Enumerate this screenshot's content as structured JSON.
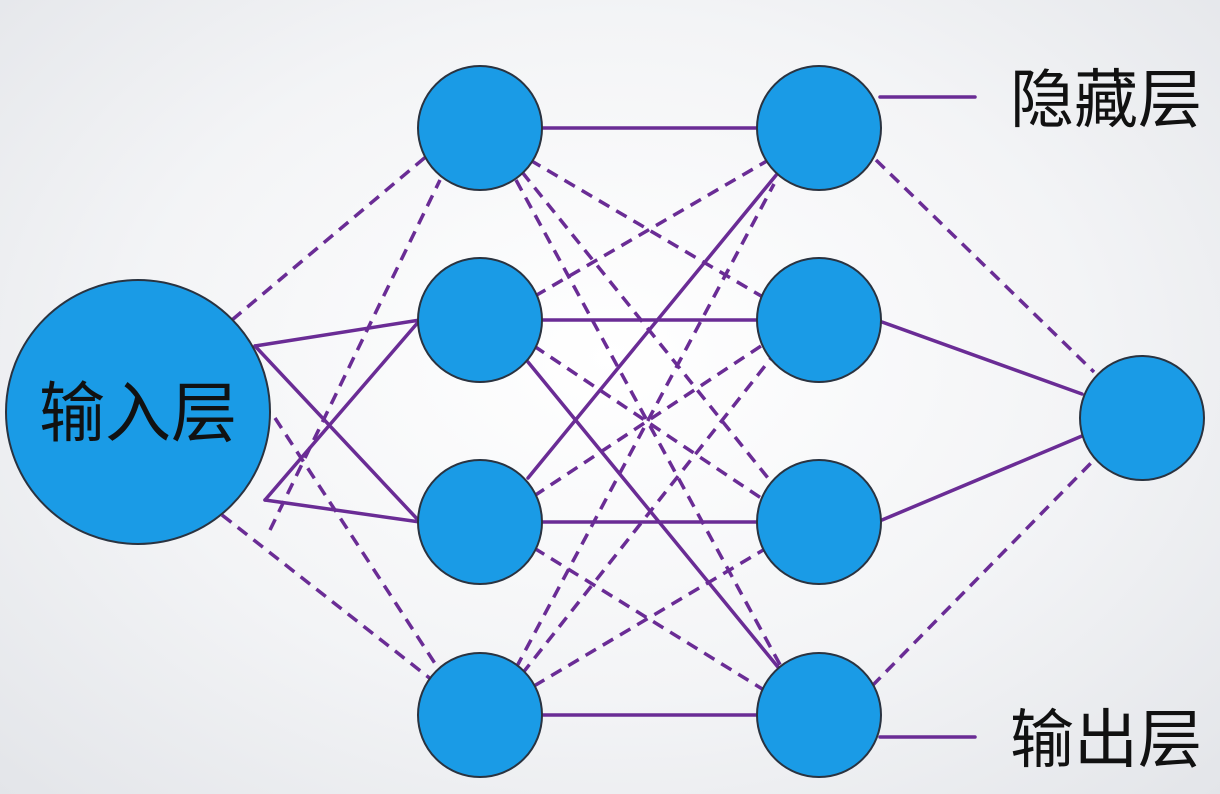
{
  "diagram": {
    "labels": {
      "input": "输入层",
      "hidden": "隐藏层",
      "output": "输出层"
    },
    "colors": {
      "node_fill": "#1a9be6",
      "node_stroke": "#2a3340",
      "edge": "#6a2c95",
      "text": "#111111"
    }
  }
}
